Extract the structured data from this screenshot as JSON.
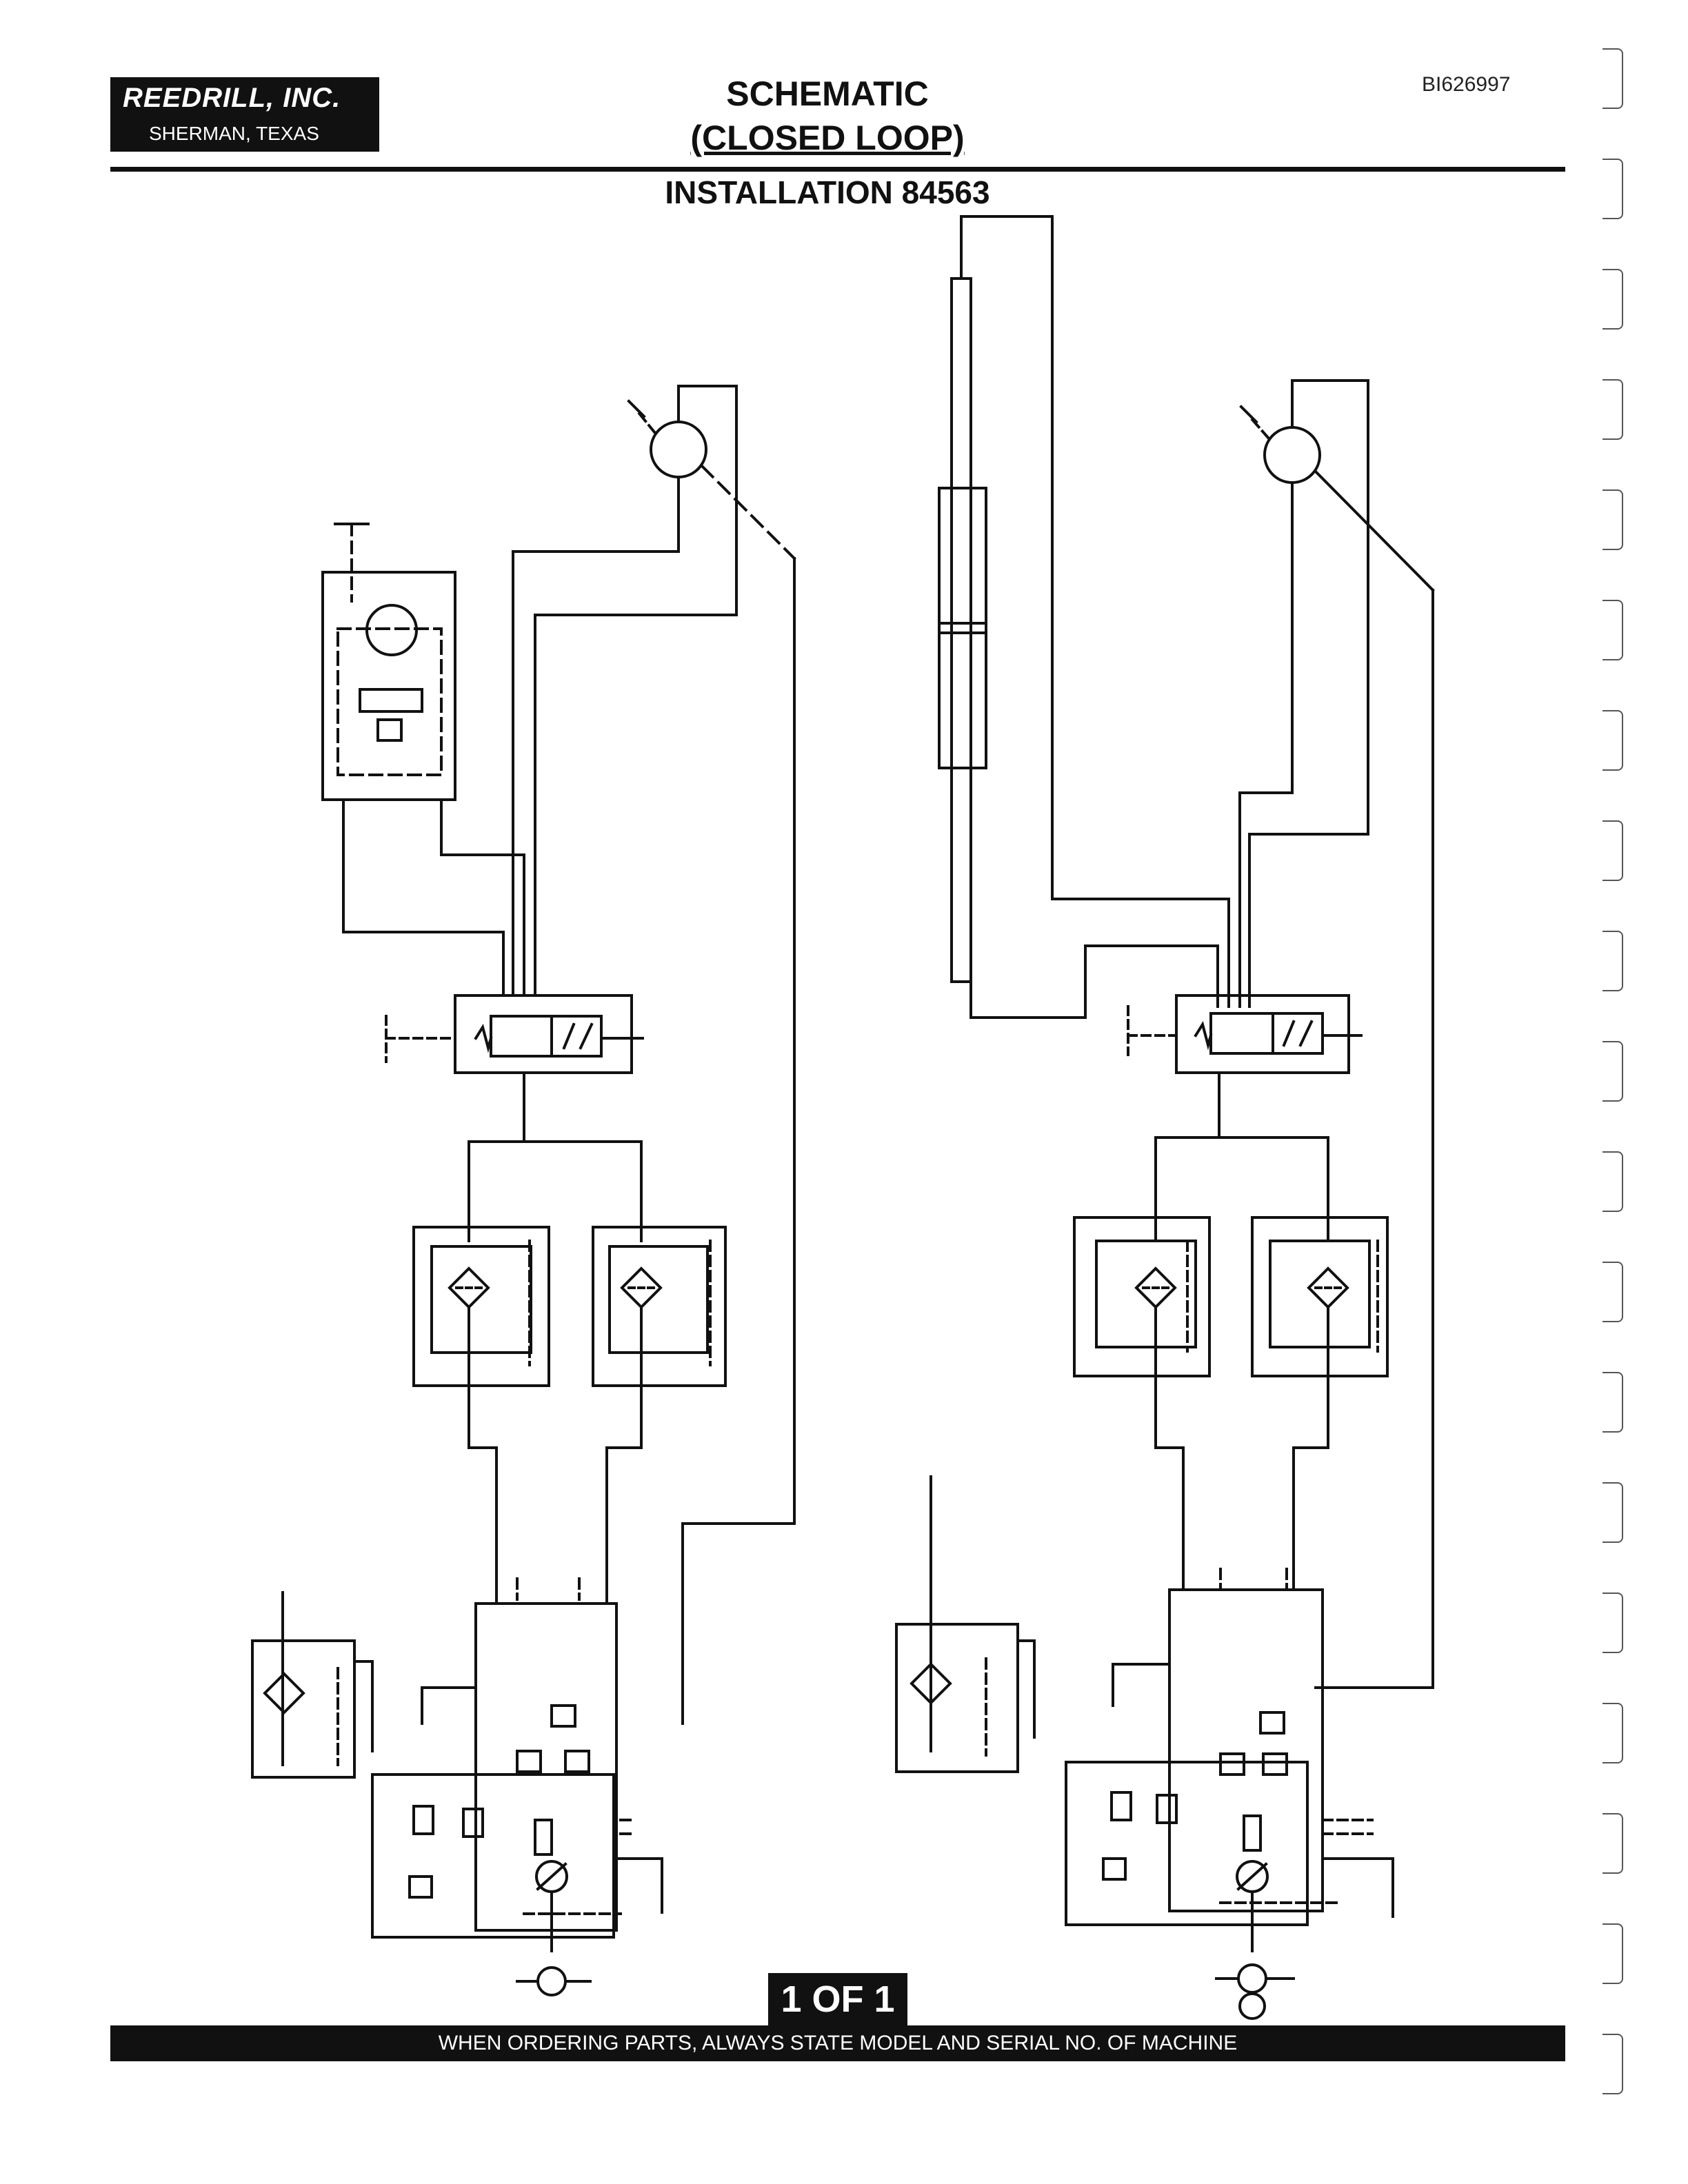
{
  "header": {
    "company": "REEDRILL, INC.",
    "location": "SHERMAN, TEXAS",
    "doc_id": "BI626997",
    "title_line1": "SCHEMATIC",
    "title_line2": "(CLOSED LOOP)",
    "installation": "INSTALLATION 84563"
  },
  "footer": {
    "page_label": "1 OF 1",
    "notice": "WHEN ORDERING PARTS, ALWAYS STATE MODEL AND SERIAL NO. OF MACHINE"
  },
  "colors": {
    "ink": "#111111",
    "paper": "#ffffff"
  }
}
